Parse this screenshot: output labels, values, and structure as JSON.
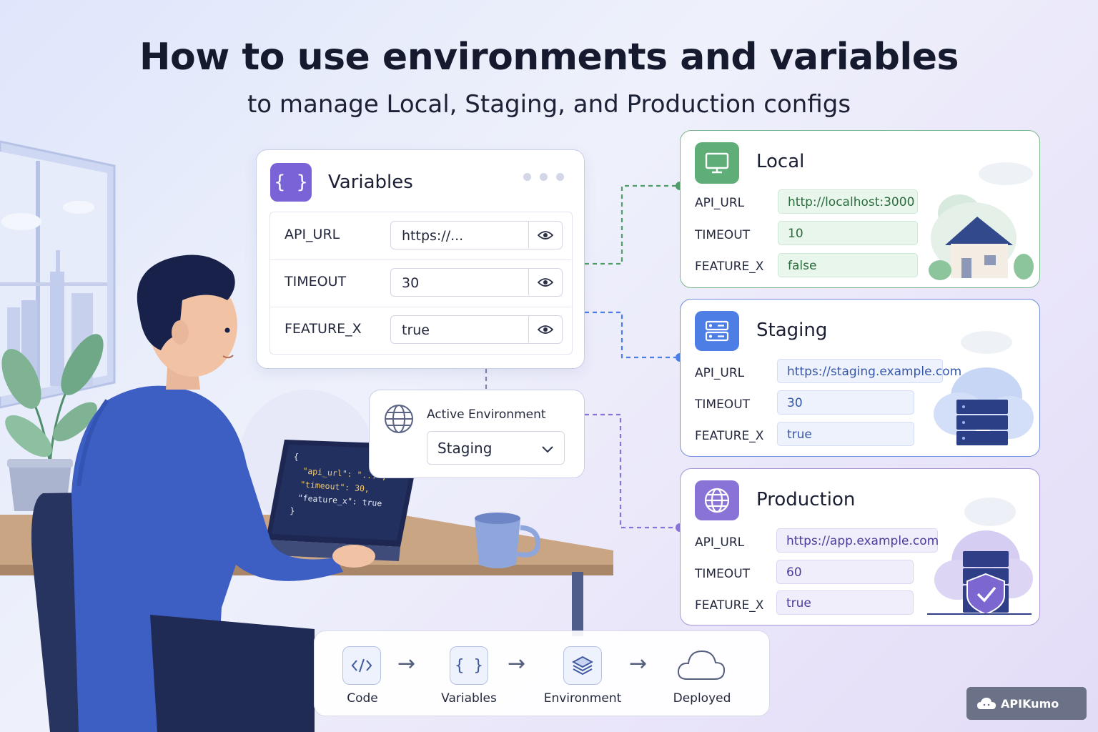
{
  "header": {
    "title": "How to use environments and variables",
    "subtitle": "to manage Local, Staging, and Production configs"
  },
  "variables_panel": {
    "title": "Variables",
    "icon": "braces-icon",
    "rows": [
      {
        "key": "API_URL",
        "value": "https://..."
      },
      {
        "key": "TIMEOUT",
        "value": "30"
      },
      {
        "key": "FEATURE_X",
        "value": "true"
      }
    ]
  },
  "active_environment": {
    "label": "Active Environment",
    "selected": "Staging",
    "icon": "globe-icon"
  },
  "environments": [
    {
      "name": "Local",
      "icon": "monitor-icon",
      "color": "#5fae78",
      "rows": [
        {
          "key": "API_URL",
          "value": "http://localhost:3000"
        },
        {
          "key": "TIMEOUT",
          "value": "10"
        },
        {
          "key": "FEATURE_X",
          "value": "false"
        }
      ]
    },
    {
      "name": "Staging",
      "icon": "server-icon",
      "color": "#4d7ee6",
      "rows": [
        {
          "key": "API_URL",
          "value": "https://staging.example.com"
        },
        {
          "key": "TIMEOUT",
          "value": "30"
        },
        {
          "key": "FEATURE_X",
          "value": "true"
        }
      ]
    },
    {
      "name": "Production",
      "icon": "globe-icon",
      "color": "#8a73d6",
      "rows": [
        {
          "key": "API_URL",
          "value": "https://app.example.com"
        },
        {
          "key": "TIMEOUT",
          "value": "60"
        },
        {
          "key": "FEATURE_X",
          "value": "true"
        }
      ]
    }
  ],
  "laptop_code": {
    "lines": [
      "{",
      "\"api_url\": \"...\",",
      "\"timeout\": 30,",
      "\"feature_x\": true",
      "}"
    ]
  },
  "pipeline": {
    "steps": [
      {
        "label": "Code",
        "icon": "code-icon"
      },
      {
        "label": "Variables",
        "icon": "braces-icon"
      },
      {
        "label": "Environment",
        "icon": "layers-icon"
      },
      {
        "label": "Deployed",
        "icon": "cloud-icon"
      }
    ]
  },
  "brand": {
    "name": "APIKumo",
    "icon": "cloud-logo-icon"
  }
}
